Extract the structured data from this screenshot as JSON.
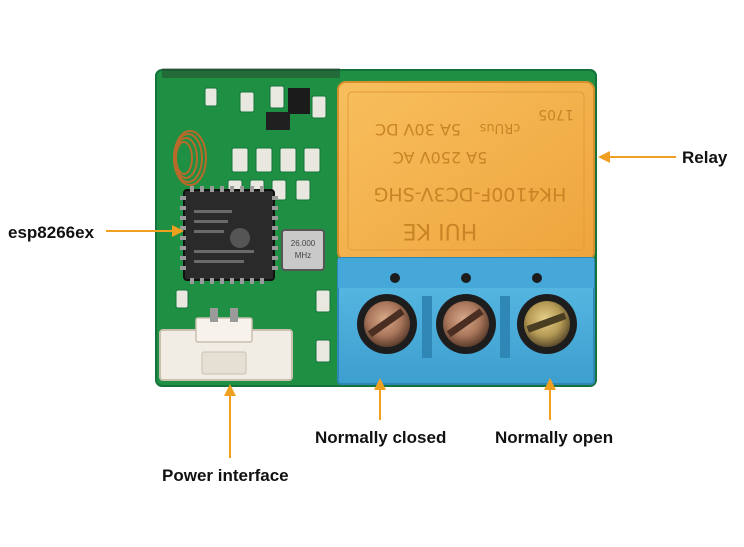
{
  "colors": {
    "background": "#ffffff",
    "pcb_green": "#1f8f43",
    "relay_orange": "#f5b04a",
    "terminal_blue": "#4fb0dc",
    "connector_white": "#f1ece4",
    "callout_orange": "#f0a020",
    "label_text": "#111111"
  },
  "relay": {
    "markings": [
      "1705",
      "cRUus",
      "5A 30V DC",
      "5A 250V AC",
      "HK4100F-DC3V-SHG",
      "HUI KE"
    ]
  },
  "crystal": {
    "markings": [
      "26.000",
      "MHz"
    ]
  },
  "callouts": {
    "relay": "Relay",
    "esp": "esp8266ex",
    "normally_closed": "Normally closed",
    "normally_open": "Normally open",
    "power": "Power interface"
  }
}
